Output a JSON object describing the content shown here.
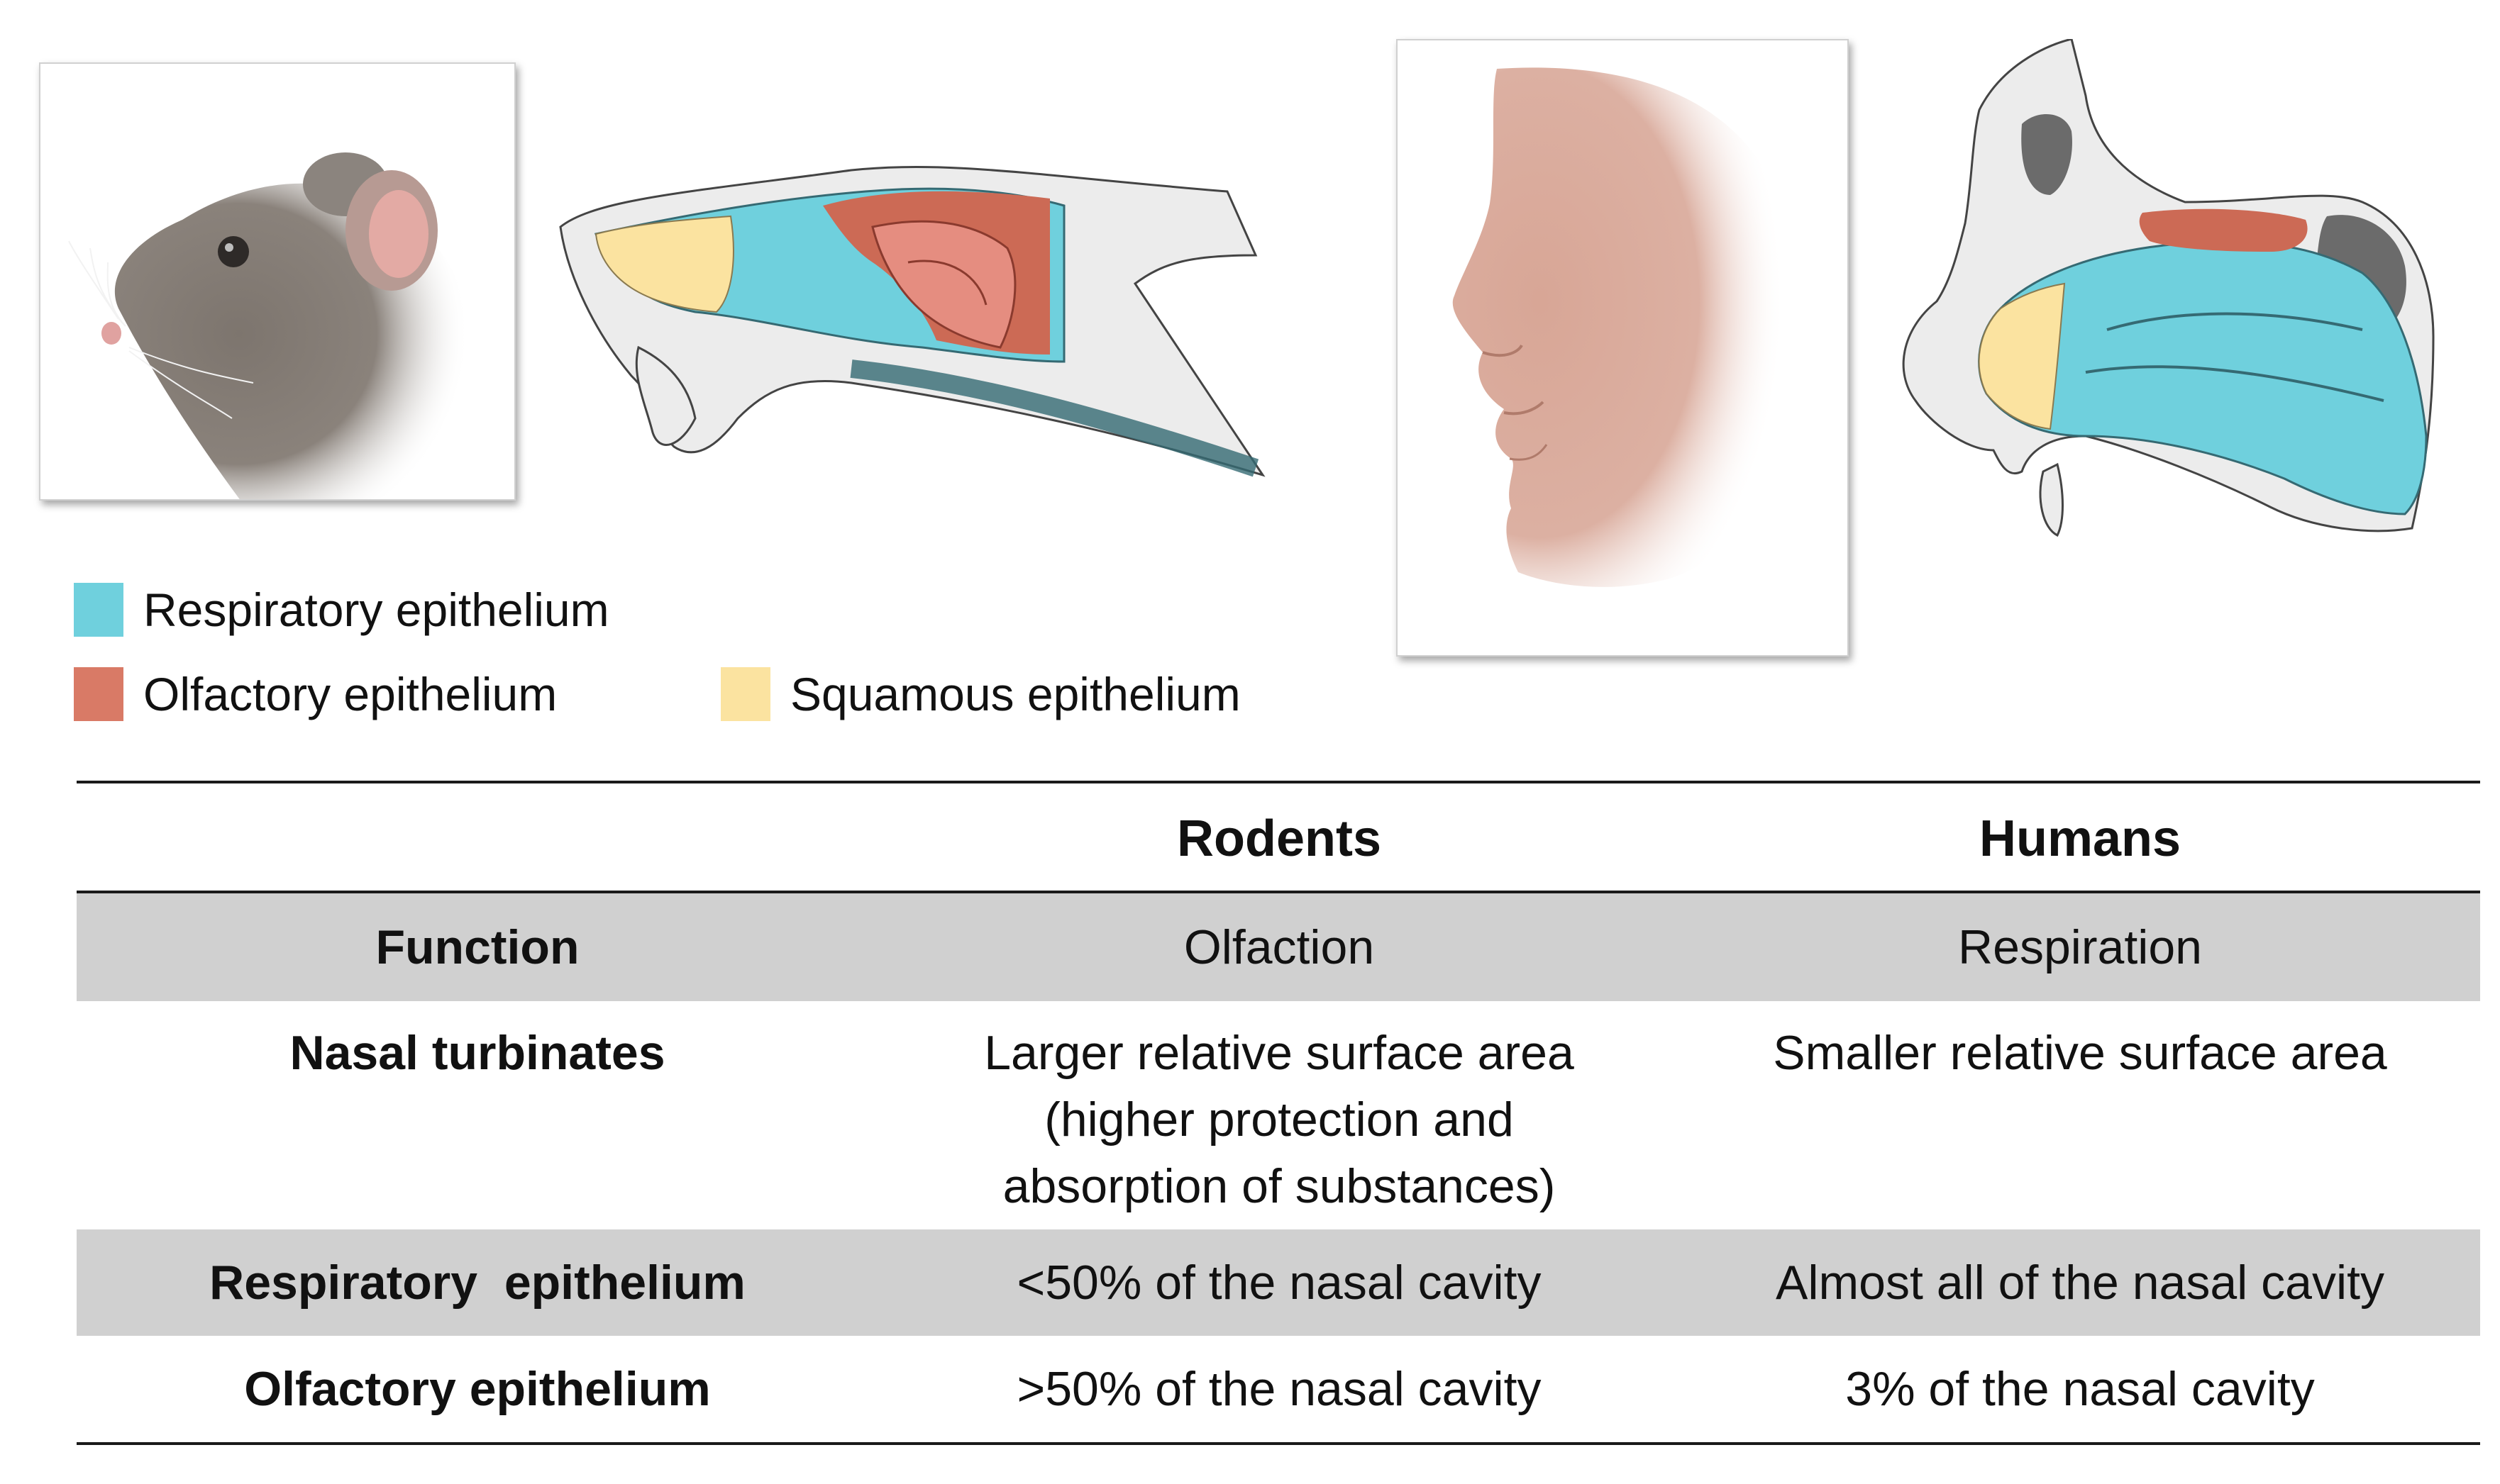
{
  "legend": {
    "items": [
      {
        "label": "Respiratory epithelium",
        "color": "#6fd0dd"
      },
      {
        "label": "Olfactory epithelium",
        "color": "#d97a66"
      },
      {
        "label": "Squamous epithelium",
        "color": "#fbe3a0"
      }
    ]
  },
  "table": {
    "columns": [
      "",
      "Rodents",
      "Humans"
    ],
    "rows": [
      {
        "label": "Function",
        "rodents": "Olfaction",
        "humans": "Respiration"
      },
      {
        "label": "Nasal turbinates",
        "rodents": [
          "Larger relative surface area",
          "(higher protection and",
          "absorption of substances)"
        ],
        "humans": "Smaller relative surface area"
      },
      {
        "label": "Respiratory  epithelium",
        "rodents": "<50% of the nasal cavity",
        "humans": "Almost all of the nasal cavity"
      },
      {
        "label": "Olfactory epithelium",
        "rodents": ">50% of the nasal cavity",
        "humans": "3% of the nasal cavity"
      }
    ]
  },
  "colors": {
    "respiratory": "#6fd0dd",
    "olfactory": "#d97a66",
    "squamous": "#fbe3a0",
    "bone": "#ececec",
    "row_shade": "#d0d0d0",
    "mouse_fur": "#7a726b",
    "skin": "#d9a99a"
  }
}
